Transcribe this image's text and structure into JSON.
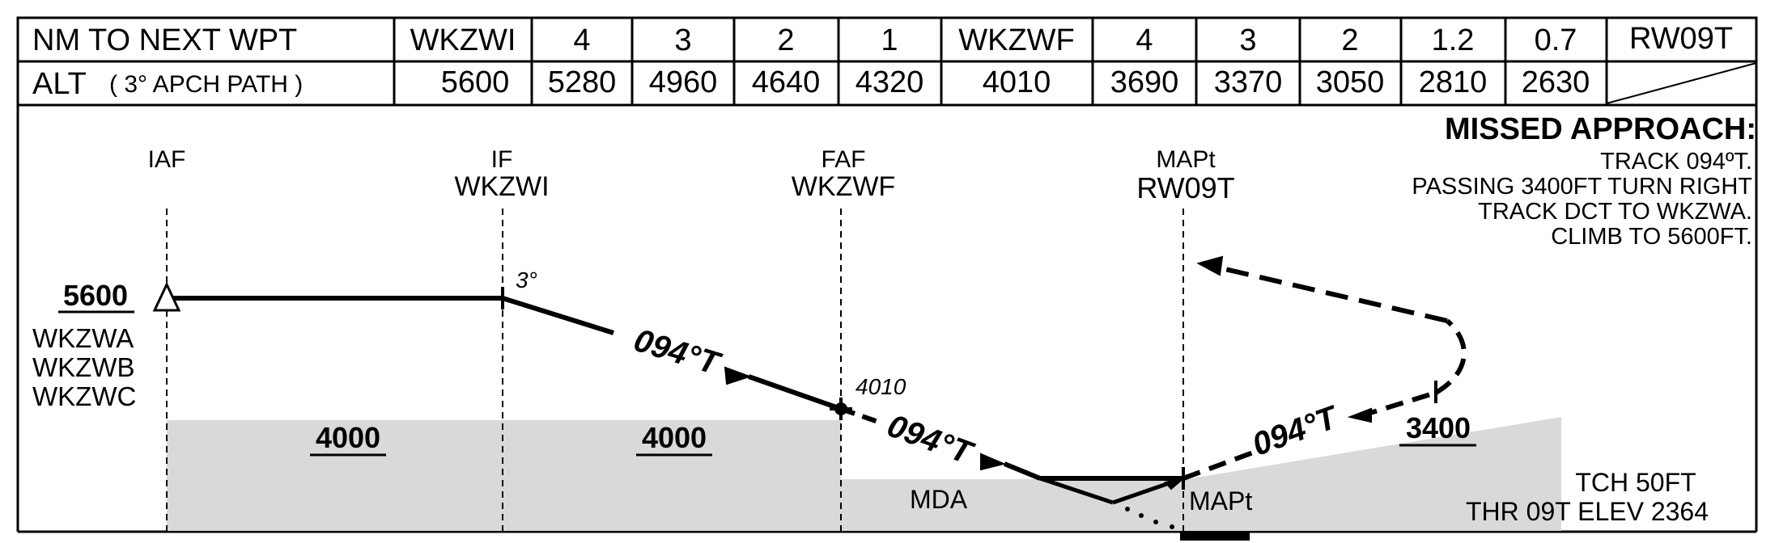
{
  "table": {
    "row1": [
      "NM TO NEXT WPT",
      "WKZWI",
      "4",
      "3",
      "2",
      "1",
      "WKZWF",
      "4",
      "3",
      "2",
      "1.2",
      "0.7",
      "RW09T"
    ],
    "row2": [
      "ALT",
      "( 3° APCH PATH )",
      "5600",
      "5280",
      "4960",
      "4640",
      "4320",
      "4010",
      "3690",
      "3370",
      "3050",
      "2810",
      "2630"
    ]
  },
  "fixes": {
    "iaf_label": "IAF",
    "if_label": "IF",
    "if_name": "WKZWI",
    "faf_label": "FAF",
    "faf_name": "WKZWF",
    "mapt_label": "MAPt",
    "mapt_name": "RW09T"
  },
  "missed_approach": {
    "title": "MISSED APPROACH:",
    "lines": [
      "TRACK 094ºT.",
      "PASSING 3400FT TURN RIGHT",
      "TRACK DCT TO WKZWA.",
      "CLIMB TO 5600FT."
    ]
  },
  "profile": {
    "initial_alt": "5600",
    "iaf_fixes": [
      "WKZWA",
      "WKZWB",
      "WKZWC"
    ],
    "glide_angle": "3°",
    "faf_alt": "4010",
    "track_1": "094°T",
    "track_2": "094°T",
    "track_3": "094°T",
    "msa_1": "4000",
    "msa_2": "4000",
    "mda_label": "MDA",
    "mapt_bottom_label": "MAPt",
    "turn_alt": "3400",
    "tch": "TCH 50FT",
    "thr_elev": "THR 09T ELEV 2364"
  },
  "colors": {
    "ink": "#000000",
    "terrain": "#d9d9d9",
    "background": "#ffffff"
  }
}
